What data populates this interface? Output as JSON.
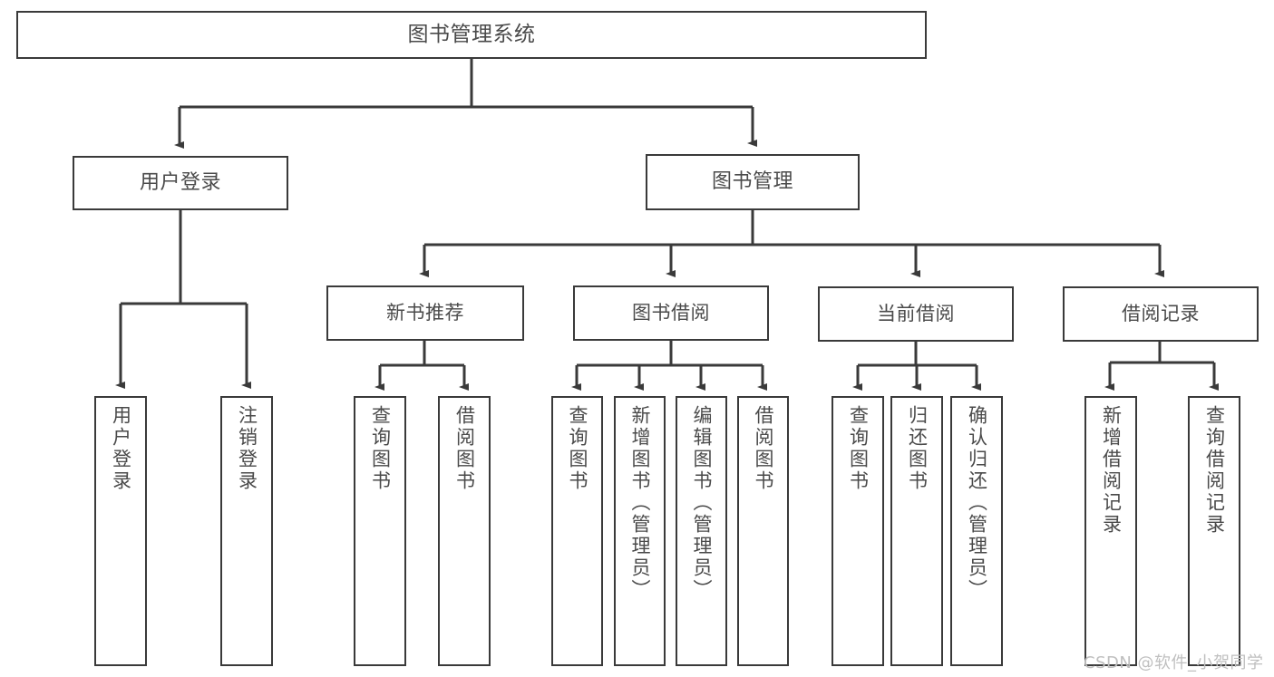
{
  "diagram": {
    "title": "图书管理系统",
    "type": "tree",
    "orientation": "top-down",
    "colors": {
      "node_border": "#3a3a3a",
      "node_fill": "#ffffff",
      "edge": "#3a3a3a",
      "text": "#4a4a4a",
      "watermark": "#bfbfbf",
      "background": "#ffffff"
    },
    "root": {
      "label": "图书管理系统"
    },
    "level1": [
      {
        "label": "用户登录"
      },
      {
        "label": "图书管理"
      }
    ],
    "level2": [
      {
        "label": "新书推荐"
      },
      {
        "label": "图书借阅"
      },
      {
        "label": "当前借阅"
      },
      {
        "label": "借阅记录"
      }
    ],
    "leaves": {
      "user_login": [
        {
          "label": "用户登录"
        },
        {
          "label": "注销登录"
        }
      ],
      "new_book_recommend": [
        {
          "label": "查询图书"
        },
        {
          "label": "借阅图书"
        }
      ],
      "book_borrow": [
        {
          "label": "查询图书"
        },
        {
          "label": "新增图书（管理员）"
        },
        {
          "label": "编辑图书（管理员）"
        },
        {
          "label": "借阅图书"
        }
      ],
      "current_borrow": [
        {
          "label": "查询图书"
        },
        {
          "label": "归还图书"
        },
        {
          "label": "确认归还（管理员）"
        }
      ],
      "borrow_record": [
        {
          "label": "新增借阅记录"
        },
        {
          "label": "查询借阅记录"
        }
      ]
    }
  },
  "watermark": {
    "text": "CSDN @软件_小贺同学"
  }
}
